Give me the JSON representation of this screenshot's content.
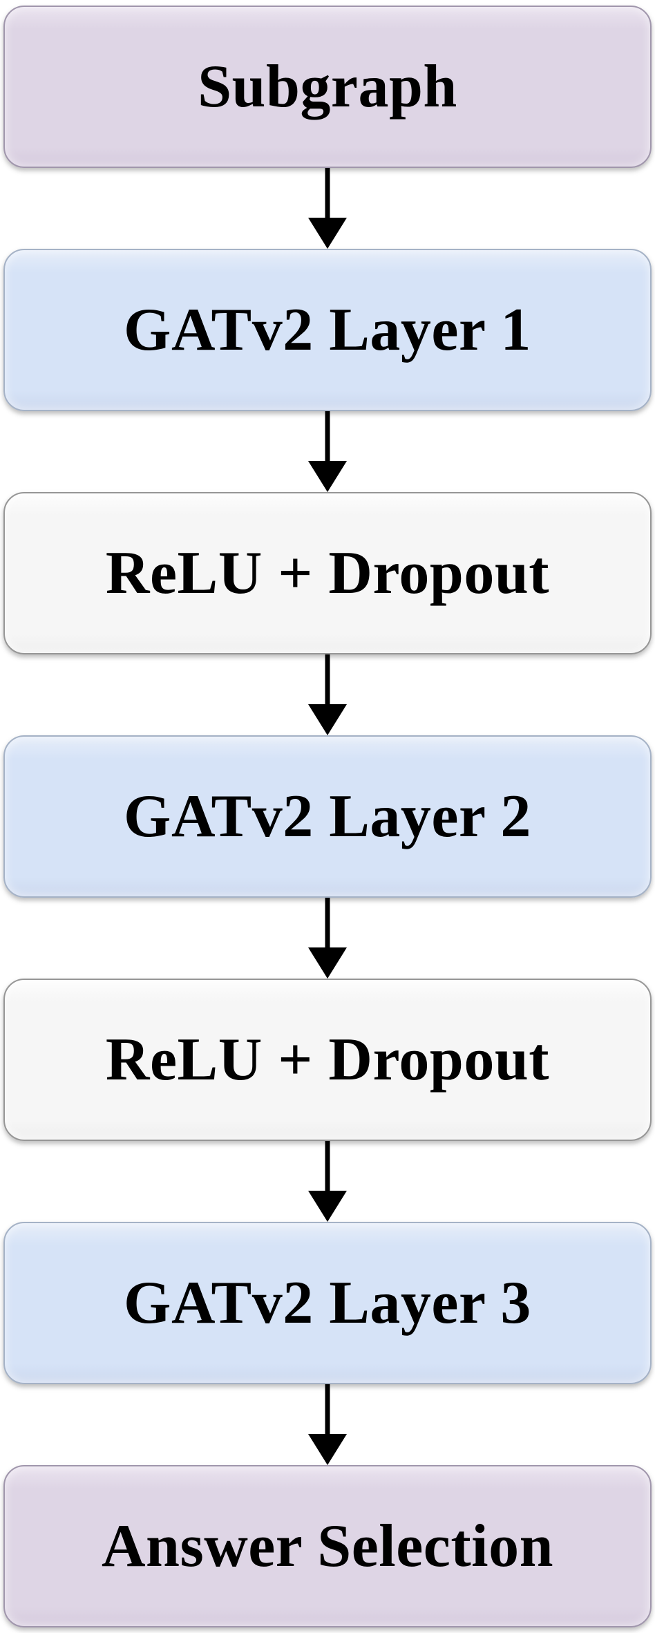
{
  "diagram": {
    "description": "Vertical flowchart of a GATv2-based graph neural network pipeline",
    "nodes": [
      {
        "label": "Subgraph",
        "type": "io"
      },
      {
        "label": "GATv2 Layer 1",
        "type": "gat"
      },
      {
        "label": "ReLU + Dropout",
        "type": "activation"
      },
      {
        "label": "GATv2 Layer 2",
        "type": "gat"
      },
      {
        "label": "ReLU + Dropout",
        "type": "activation"
      },
      {
        "label": "GATv2 Layer 3",
        "type": "gat"
      },
      {
        "label": "Answer Selection",
        "type": "io"
      }
    ],
    "connector": {
      "icon": "down-arrow",
      "count": 6,
      "color": "#000000"
    },
    "colors": {
      "background": "#ffffff",
      "io_fill": "#ded5e5",
      "io_border": "#a096ac",
      "gat_fill": "#d6e3f7",
      "gat_border": "#a5b2c6",
      "activation_fill": "#f6f6f6",
      "activation_border": "#969696",
      "text": "#000000"
    }
  }
}
